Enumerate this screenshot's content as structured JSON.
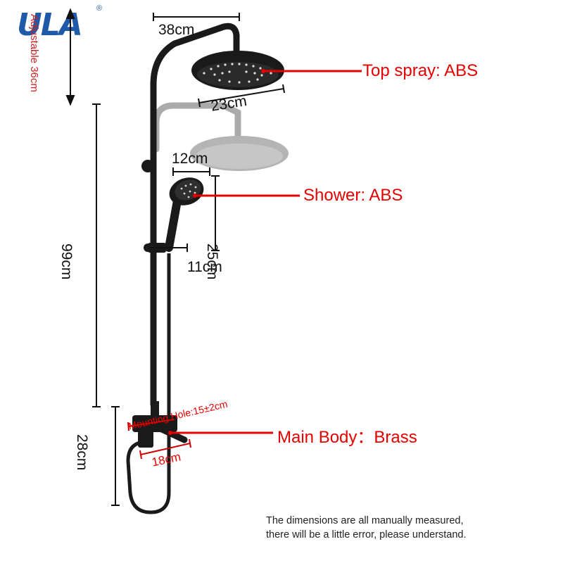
{
  "brand": {
    "logo": "ULA",
    "registered": "®"
  },
  "dimensions": {
    "adjustable": "Adjustable 36cm",
    "arm_width": "38cm",
    "top_spray_diameter": "23cm",
    "shower_head_width": "12cm",
    "shower_head_length": "25cm",
    "holder_width": "11cm",
    "rail_height": "99cm",
    "body_height": "28cm",
    "mounting_hole": "Mounting Hole:15±2cm",
    "body_width": "18cm"
  },
  "callouts": {
    "top_spray": "Top spray: ABS",
    "shower": "Shower: ABS",
    "main_body": "Main Body：Brass"
  },
  "note": {
    "line1": "The dimensions are all manually measured,",
    "line2": "there will be a little error, please understand."
  },
  "colors": {
    "brand": "#1f5aa8",
    "callout": "#e60000",
    "product": "#1a1a1a"
  }
}
